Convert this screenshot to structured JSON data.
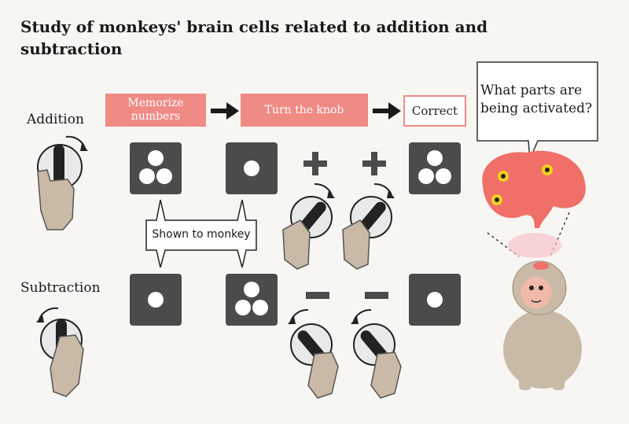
{
  "title": "Study of monkeys' brain cells related to addition and subtraction",
  "rows": {
    "addition_label": "Addition",
    "subtraction_label": "Subtraction"
  },
  "steps": {
    "memorize": "Memorize numbers",
    "turn_knob": "Turn the knob",
    "correct": "Correct"
  },
  "shown_to_monkey": "Shown to monkey",
  "question": "What parts are being activated?",
  "addition_tiles": [
    3,
    1,
    3
  ],
  "subtraction_tiles": [
    1,
    3,
    1
  ],
  "colors": {
    "accent": "#f08a85",
    "tile": "#4b4b4b",
    "brain": "#f06f68",
    "background": "#f7f6f3"
  }
}
